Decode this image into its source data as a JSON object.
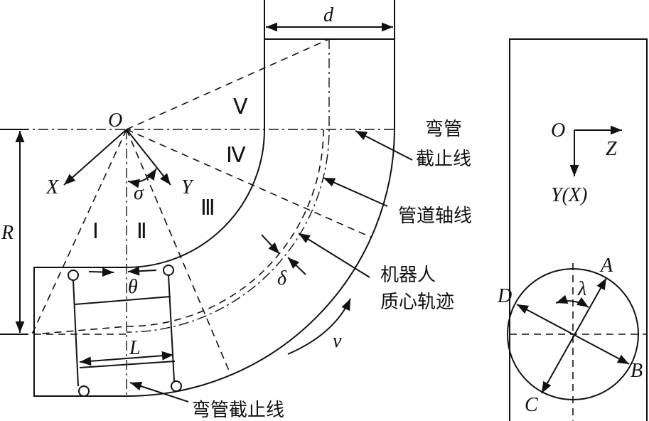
{
  "labels": {
    "d": "d",
    "O": "O",
    "X": "X",
    "Y": "Y",
    "sigma": "σ",
    "R": "R",
    "theta": "θ",
    "L": "L",
    "delta": "δ",
    "v": "v",
    "region_1": "Ⅰ",
    "region_2": "Ⅱ",
    "region_3": "Ⅲ",
    "region_4": "Ⅳ",
    "region_5": "Ⅴ"
  },
  "annotations": {
    "bend_cutoff_top_1": "弯管",
    "bend_cutoff_top_2": "截止线",
    "pipe_axis": "管道轴线",
    "robot_cm_1": "机器人",
    "robot_cm_2": "质心轨迹",
    "bend_cutoff_bottom": "弯管截止线"
  },
  "section_view": {
    "O": "O",
    "Z": "Z",
    "YX": "Y(X)",
    "A": "A",
    "B": "B",
    "C": "C",
    "D": "D",
    "lambda": "λ"
  }
}
